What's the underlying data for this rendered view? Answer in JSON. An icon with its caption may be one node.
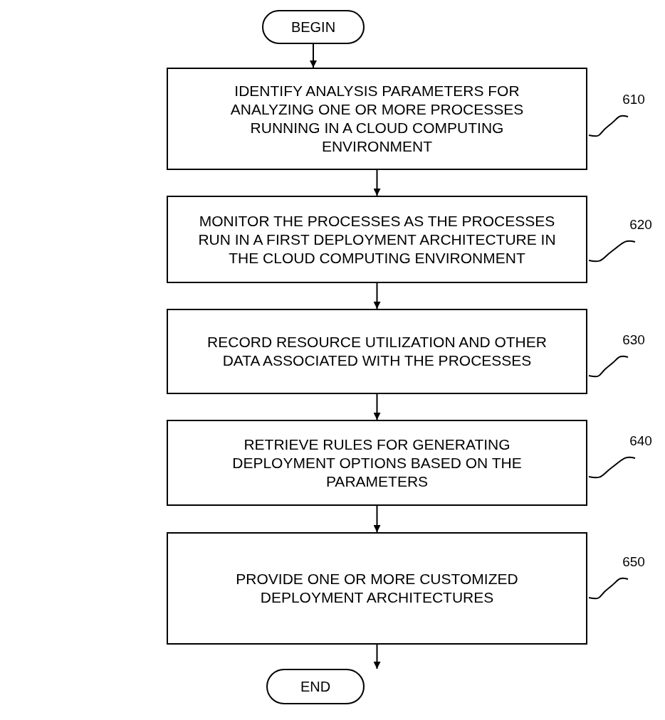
{
  "diagram": {
    "nodes": [
      {
        "text": [
          "BEGIN"
        ]
      },
      {
        "text": [
          "IDENTIFY ANALYSIS PARAMETERS FOR ANALYZING ONE OR MORE PROCESSES RUNNING IN A CLOUD COMPUTING ENVIRONMENT"
        ]
      },
      {
        "text": [
          "MONITOR THE PROCESSES AS THE PROCESSES RUN IN A FIRST DEPLOYMENT ARCHITECTURE IN THE CLOUD COMPUTING ENVIRONMENT"
        ]
      },
      {
        "text": [
          "RECORD RESOURCE UTILIZATION AND OTHER DATA ASSOCIATED WITH THE PROCESSES"
        ]
      },
      {
        "text": [
          "RETRIEVE RULES FOR GENERATING DEPLOYMENT OPTIONS BASED ON THE PARAMETERS"
        ]
      },
      {
        "text": [
          "PROVIDE ONE OR MORE CUSTOMIZED DEPLOYMENT ARCHITECTURES"
        ]
      },
      {
        "text": [
          "END"
        ]
      },
      {
        "text": [
          "610"
        ]
      },
      {
        "text": [
          "620"
        ]
      },
      {
        "text": [
          "630"
        ]
      },
      {
        "text": [
          "640"
        ]
      },
      {
        "text": [
          "650"
        ]
      }
    ],
    "edges": [
      {
        "from": 0,
        "to": 1,
        "arrow": "to"
      },
      {
        "from": 1,
        "to": 2,
        "arrow": "to"
      },
      {
        "from": 2,
        "to": 3,
        "arrow": "to"
      },
      {
        "from": 3,
        "to": 4,
        "arrow": "to"
      },
      {
        "from": 4,
        "to": 5,
        "arrow": "to"
      },
      {
        "from": 5,
        "to": 6,
        "arrow": "to"
      },
      {
        "from": 7,
        "to": 1,
        "arrow": "none"
      },
      {
        "from": 8,
        "to": 2,
        "arrow": "none"
      },
      {
        "from": 9,
        "to": 3,
        "arrow": "none"
      },
      {
        "from": 10,
        "to": 4,
        "arrow": "none"
      },
      {
        "from": 11,
        "to": 5,
        "arrow": "none"
      }
    ]
  }
}
